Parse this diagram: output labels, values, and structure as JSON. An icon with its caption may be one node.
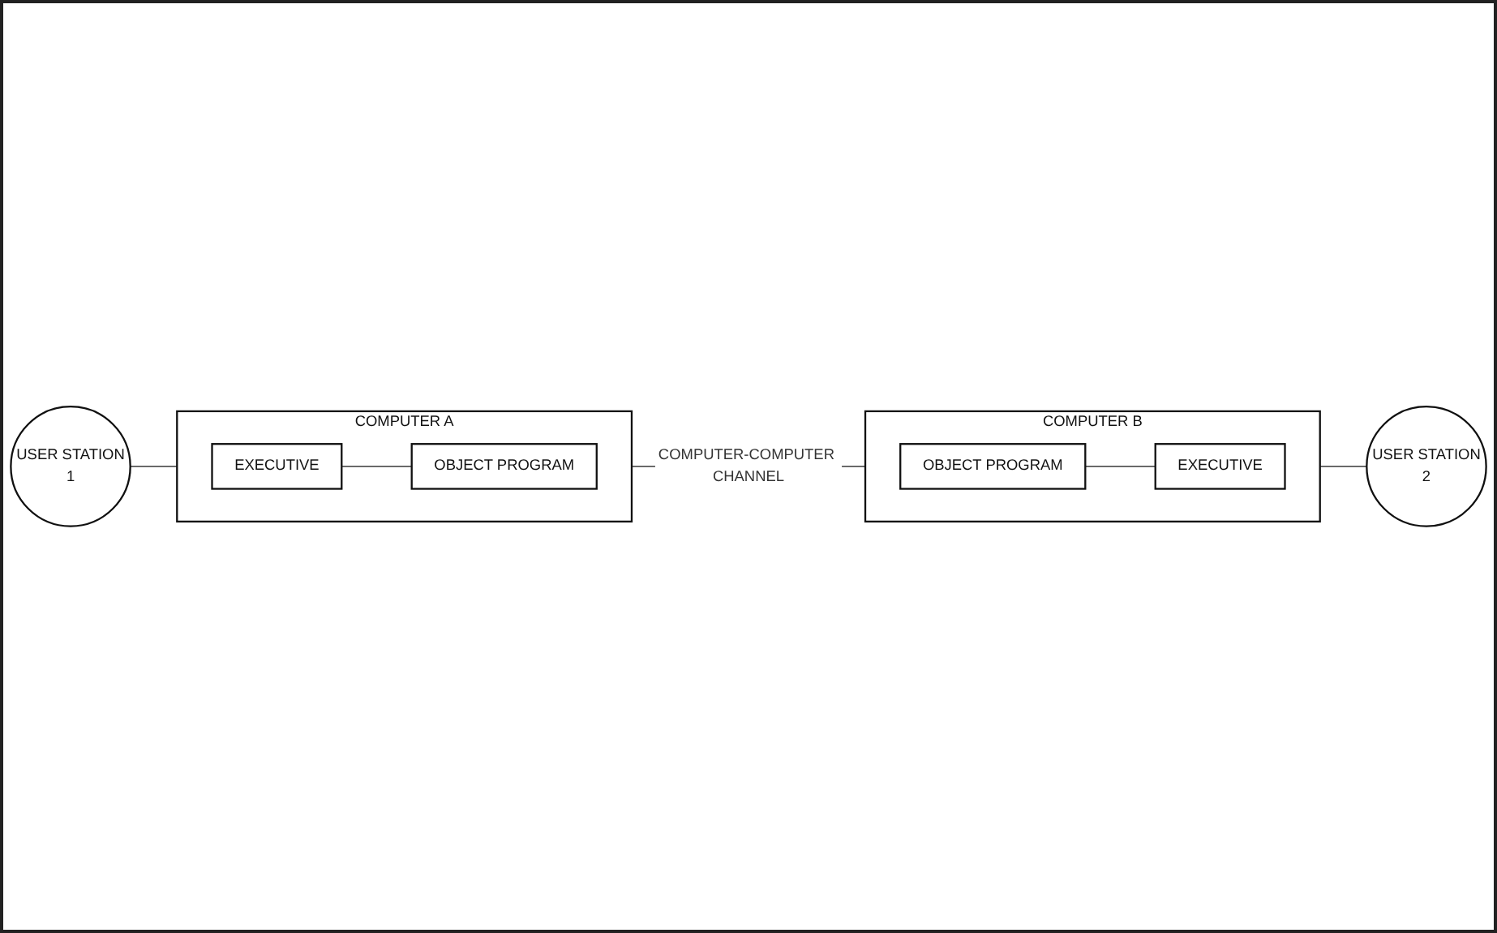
{
  "diagram": {
    "nodes": [
      {
        "text": [
          "USER STATION",
          "1"
        ]
      },
      {
        "text": [
          "COMPUTER A"
        ]
      },
      {
        "text": [
          "EXECUTIVE"
        ],
        "in": 1
      },
      {
        "text": [
          "OBJECT PROGRAM"
        ],
        "in": 1
      },
      {
        "text": [
          "COMPUTER B"
        ]
      },
      {
        "text": [
          "OBJECT PROGRAM"
        ],
        "in": 4
      },
      {
        "text": [
          "EXECUTIVE"
        ],
        "in": 4
      },
      {
        "text": [
          "USER STATION",
          "2"
        ]
      }
    ],
    "edges": [
      {
        "from": 0,
        "to": 1,
        "arrow": "none"
      },
      {
        "from": 2,
        "to": 3,
        "arrow": "none"
      },
      {
        "from": 1,
        "to": 4,
        "arrow": "none",
        "label": "COMPUTER-COMPUTER CHANNEL"
      },
      {
        "from": 5,
        "to": 6,
        "arrow": "none"
      },
      {
        "from": 4,
        "to": 7,
        "arrow": "none"
      }
    ]
  }
}
